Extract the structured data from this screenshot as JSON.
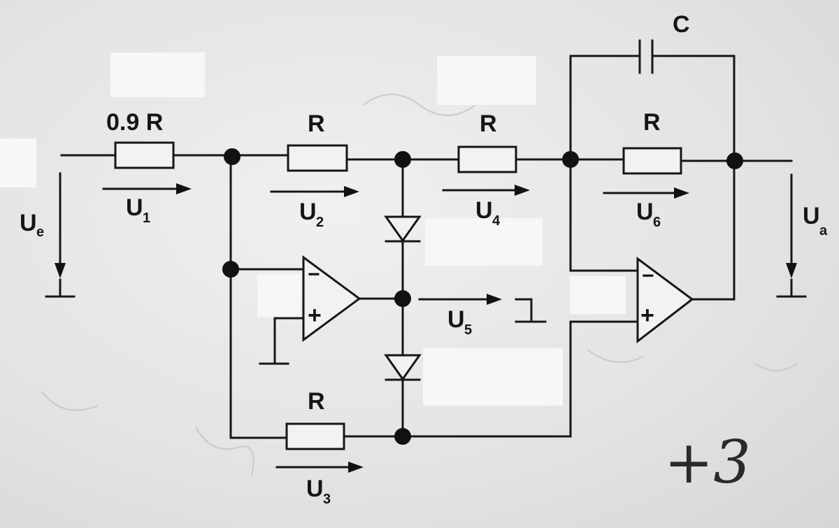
{
  "labels": {
    "r_in": "0.9 R",
    "r2": "R",
    "r4": "R",
    "r6": "R",
    "r3": "R",
    "capacitor": "C"
  },
  "voltages": {
    "input": {
      "main": "U",
      "sub": "e"
    },
    "output": {
      "main": "U",
      "sub": "a"
    },
    "u1": {
      "main": "U",
      "sub": "1"
    },
    "u2": {
      "main": "U",
      "sub": "2"
    },
    "u3": {
      "main": "U",
      "sub": "3"
    },
    "u4": {
      "main": "U",
      "sub": "4"
    },
    "u5": {
      "main": "U",
      "sub": "5"
    },
    "u6": {
      "main": "U",
      "sub": "6"
    }
  },
  "opamp_signs": {
    "minus": "−",
    "plus": "+"
  },
  "handwriting": "+3"
}
